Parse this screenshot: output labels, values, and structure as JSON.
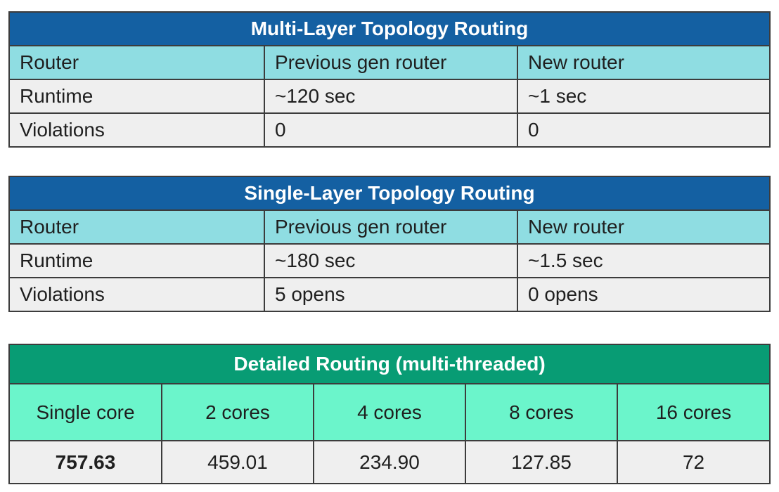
{
  "slide": {
    "background": "#ffffff",
    "text_color": "#1f1f1f",
    "border_color": "#3c3c3c",
    "data_row_bg": "#efefef"
  },
  "tables": [
    {
      "name": "multi-layer-topology-routing",
      "title": "Multi-Layer Topology Routing",
      "theme": {
        "header_bg": "#1460A2",
        "header_text": "#ffffff",
        "subheader_bg": "#8FDDE2"
      },
      "columns": [
        "Router",
        "Previous gen router",
        "New router"
      ],
      "rows": [
        [
          "Runtime",
          "~120 sec",
          "~1 sec"
        ],
        [
          "Violations",
          "0",
          "0"
        ]
      ]
    },
    {
      "name": "single-layer-topology-routing",
      "title": "Single-Layer Topology Routing",
      "theme": {
        "header_bg": "#1460A2",
        "header_text": "#ffffff",
        "subheader_bg": "#8FDDE2"
      },
      "columns": [
        "Router",
        "Previous gen router",
        "New router"
      ],
      "rows": [
        [
          "Runtime",
          "~180 sec",
          "~1.5 sec"
        ],
        [
          "Violations",
          "5 opens",
          "0 opens"
        ]
      ]
    },
    {
      "name": "detailed-routing-multi-threaded",
      "title": "Detailed Routing (multi-threaded)",
      "theme": {
        "header_bg": "#089C74",
        "header_text": "#ffffff",
        "subheader_bg": "#6BF5CB"
      },
      "columns": [
        "Single core",
        "2 cores",
        "4 cores",
        "8 cores",
        "16 cores"
      ],
      "rows": [
        [
          "757.63",
          "459.01",
          "234.90",
          "127.85",
          "72"
        ]
      ]
    }
  ]
}
